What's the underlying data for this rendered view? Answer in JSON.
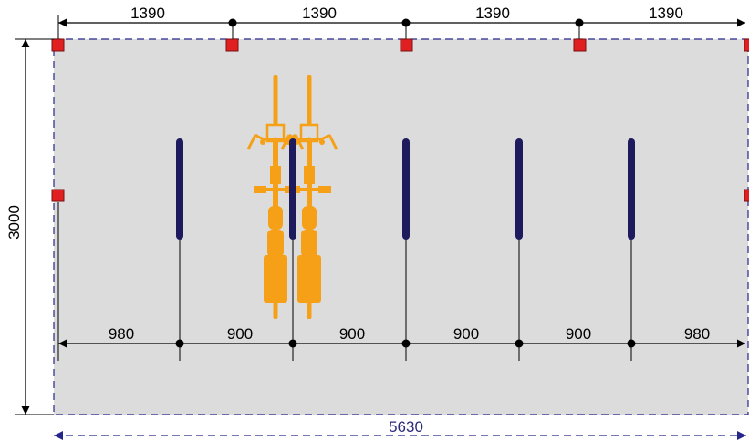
{
  "diagram": {
    "total_width_label": "5630",
    "depth_label": "3000",
    "top_spacing_labels": [
      "1390",
      "1390",
      "1390",
      "1390"
    ],
    "bottom_spacing_labels": [
      "980",
      "900",
      "900",
      "900",
      "900",
      "980"
    ],
    "rack_count": 5,
    "bicycle_count": 2,
    "colors": {
      "floor": "#dcdcdc",
      "outline": "#26268a",
      "rack": "#1e1a5e",
      "bike": "#f5a016",
      "post": "#e02020",
      "dimension": "#000000"
    }
  }
}
